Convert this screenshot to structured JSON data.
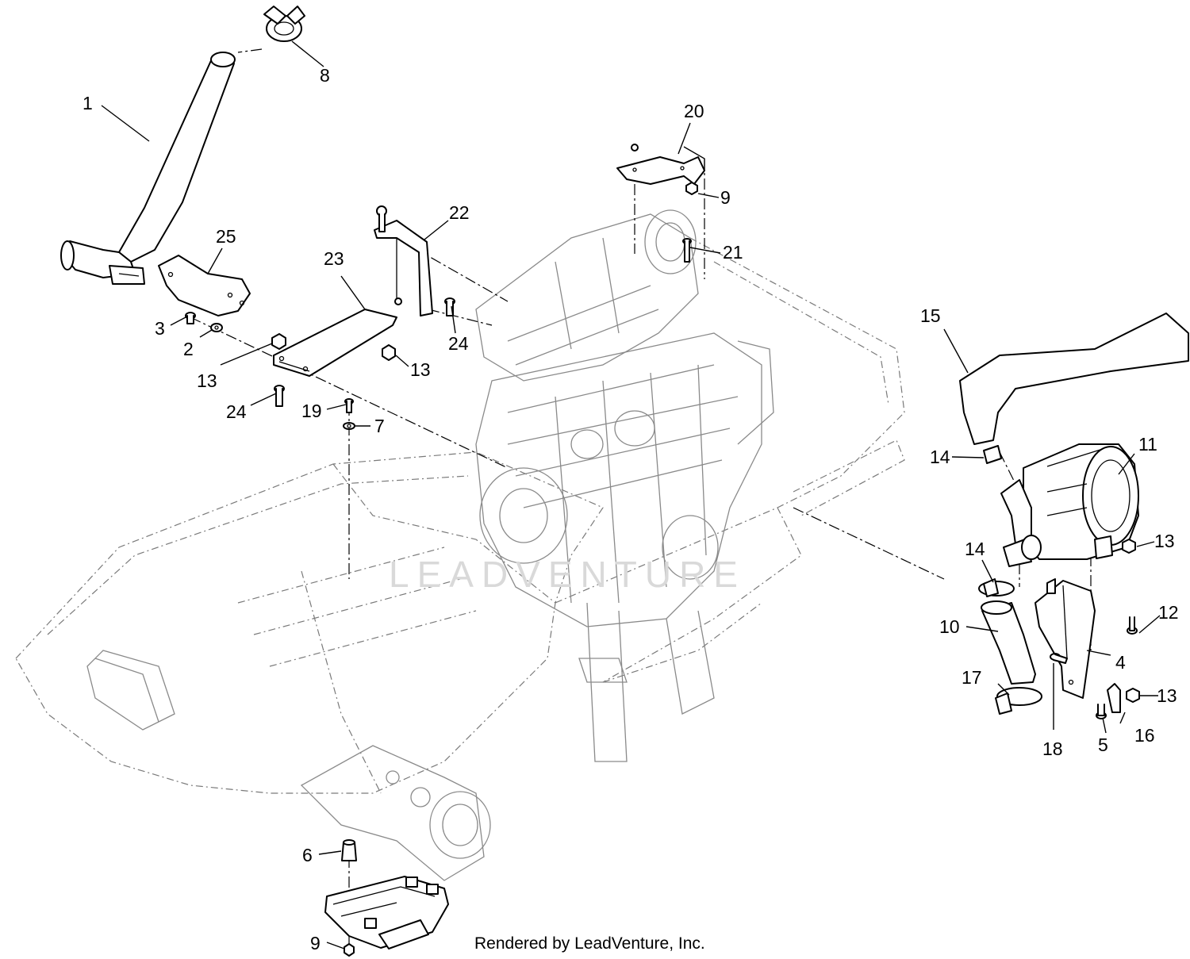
{
  "watermark": "LEADVENTURE",
  "credit": "Rendered by LeadVenture, Inc.",
  "callouts": {
    "c1": "1",
    "c2": "2",
    "c3": "3",
    "c4": "4",
    "c5": "5",
    "c6": "6",
    "c7": "7",
    "c8": "8",
    "c9a": "9",
    "c9b": "9",
    "c10": "10",
    "c11": "11",
    "c12": "12",
    "c13a": "13",
    "c13b": "13",
    "c13c": "13",
    "c13d": "13",
    "c14a": "14",
    "c14b": "14",
    "c15": "15",
    "c16": "16",
    "c17": "17",
    "c18": "18",
    "c19": "19",
    "c20": "20",
    "c21": "21",
    "c22": "22",
    "c23": "23",
    "c24a": "24",
    "c24b": "24",
    "c25": "25"
  }
}
